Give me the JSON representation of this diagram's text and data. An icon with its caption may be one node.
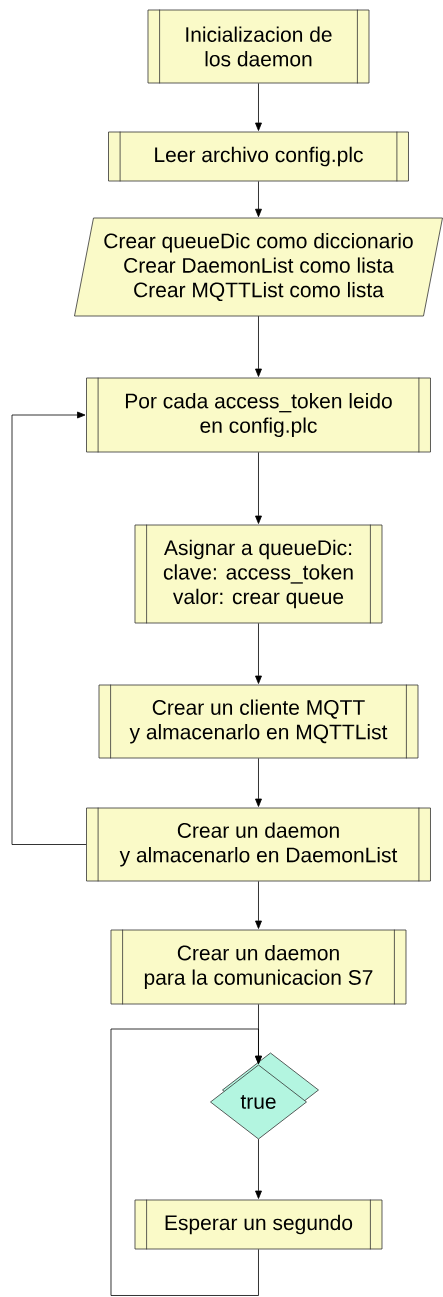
{
  "diagram": {
    "nodes": [
      {
        "text": [
          "Inicializacion de los daemon"
        ]
      },
      {
        "text": [
          "Leer archivo config.plc"
        ]
      },
      {
        "text": [
          "Crear queueDic como diccionario Crear DaemonList como lista Crear MQTTList como lista"
        ]
      },
      {
        "text": [
          "Por cada access_token leido en config.plc"
        ]
      },
      {
        "text": [
          "Asignar a queueDic: clave: access_token valor: crear queue"
        ]
      },
      {
        "text": [
          "Crear un cliente MQTT y almacenarlo en MQTTList"
        ]
      },
      {
        "text": [
          "Crear un daemon y almacenarlo en DaemonList"
        ]
      },
      {
        "text": [
          "Crear un daemon para la comunicacion S7"
        ]
      },
      {
        "text": [
          "true"
        ]
      },
      {
        "text": [
          "Esperar un segundo"
        ]
      }
    ],
    "edges": [
      {
        "from": 0,
        "to": 1,
        "arrow": "to"
      },
      {
        "from": 1,
        "to": 2,
        "arrow": "to"
      },
      {
        "from": 2,
        "to": 3,
        "arrow": "to"
      },
      {
        "from": 3,
        "to": 4,
        "arrow": "to"
      },
      {
        "from": 4,
        "to": 5,
        "arrow": "to"
      },
      {
        "from": 5,
        "to": 6,
        "arrow": "to"
      },
      {
        "from": 6,
        "to": 3,
        "arrow": "to"
      },
      {
        "from": 6,
        "to": 7,
        "arrow": "to"
      },
      {
        "from": 7,
        "to": 8,
        "arrow": "to"
      },
      {
        "from": 8,
        "to": 9,
        "arrow": "to"
      },
      {
        "from": 9,
        "to": 8,
        "arrow": "to"
      }
    ]
  }
}
